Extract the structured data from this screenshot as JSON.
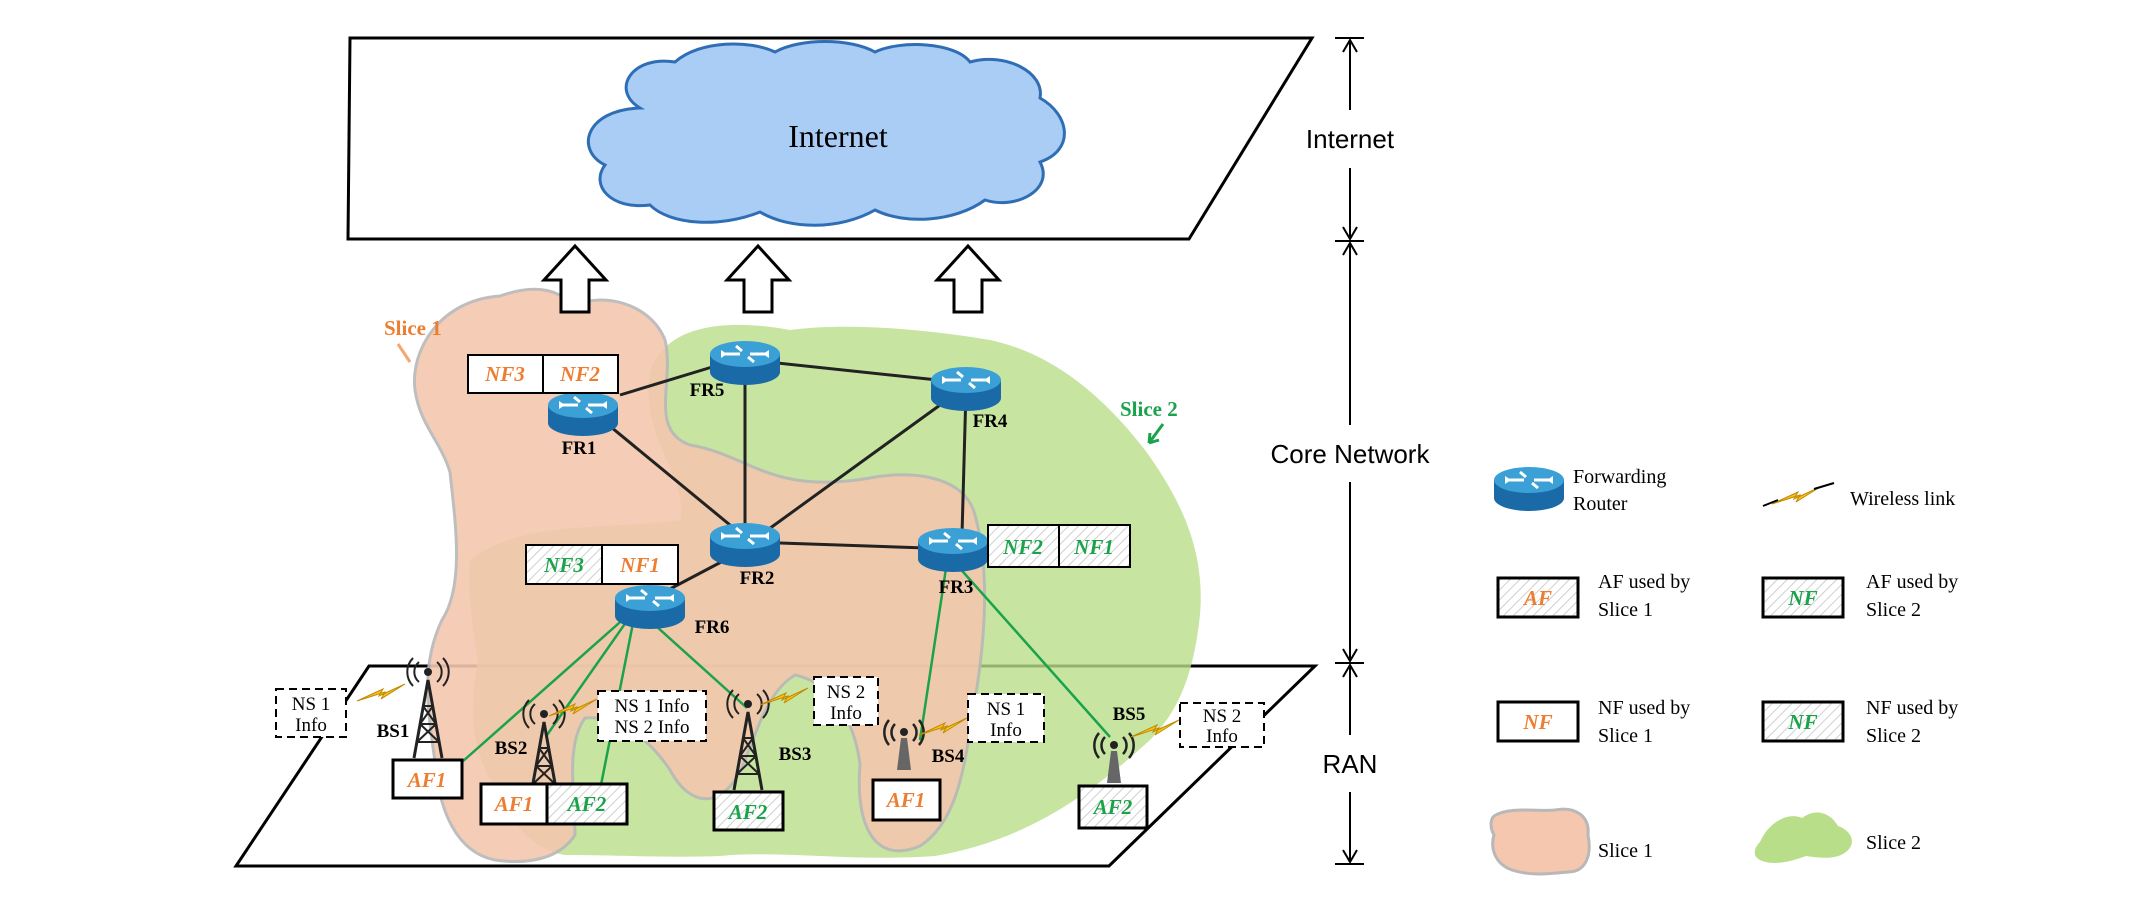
{
  "internet_label": "Internet",
  "layers": {
    "internet": "Internet",
    "core": "Core Network",
    "ran": "RAN"
  },
  "slice_labels": {
    "slice1": "Slice 1",
    "slice2": "Slice 2"
  },
  "routers": {
    "fr1": "FR1",
    "fr2": "FR2",
    "fr3": "FR3",
    "fr4": "FR4",
    "fr5": "FR5",
    "fr6": "FR6"
  },
  "base_stations": {
    "bs1": "BS1",
    "bs2": "BS2",
    "bs3": "BS3",
    "bs4": "BS4",
    "bs5": "BS5"
  },
  "function_boxes": {
    "fr1_a": "NF3",
    "fr1_b": "NF2",
    "fr2_a": "NF3",
    "fr2_b": "NF1",
    "fr3_a": "NF2",
    "fr3_b": "NF1",
    "bs1": "AF1",
    "bs2_a": "AF1",
    "bs2_b": "AF2",
    "bs3": "AF2",
    "bs4": "AF1",
    "bs5": "AF2"
  },
  "info_boxes": {
    "bs1_l1": "NS 1",
    "bs1_l2": "Info",
    "bs2_l1": "NS 1 Info",
    "bs2_l2": "NS 2 Info",
    "bs3_l1": "NS 2",
    "bs3_l2": "Info",
    "bs4_l1": "NS 1",
    "bs4_l2": "Info",
    "bs5_l1": "NS 2",
    "bs5_l2": "Info"
  },
  "legend": {
    "router_l1": "Forwarding",
    "router_l2": "Router",
    "wireless": "Wireless link",
    "af1_symbol": "AF",
    "af1_l1": "AF used by",
    "af1_l2": "Slice 1",
    "af2_symbol": "NF",
    "af2_l1": "AF used by",
    "af2_l2": "Slice 2",
    "nf1_symbol": "NF",
    "nf1_l1": "NF used by",
    "nf1_l2": "Slice 1",
    "nf2_symbol": "NF",
    "nf2_l1": "NF used by",
    "nf2_l2": "Slice 2",
    "slice1": "Slice 1",
    "slice2": "Slice 2"
  },
  "colors": {
    "slice1_fill": "#f4c7ae",
    "slice2_fill": "#b9de8a",
    "slice1_text": "#ed7d31",
    "slice2_text": "#1aa34a",
    "cloud_fill": "#a9cdf5",
    "cloud_stroke": "#2f6eb5",
    "router_top": "#3aa0d6",
    "router_side": "#1a6aa8"
  }
}
